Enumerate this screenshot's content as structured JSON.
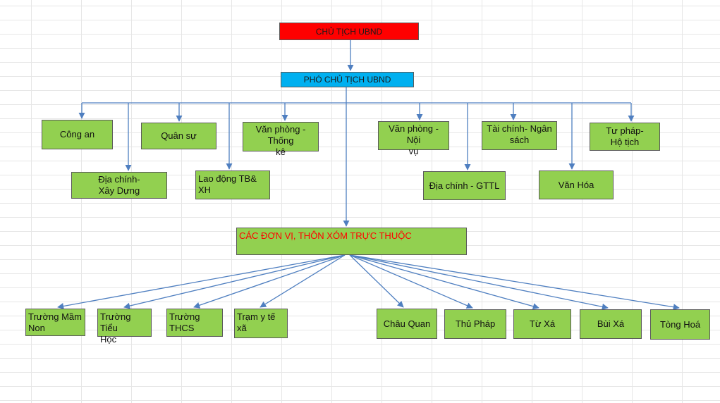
{
  "diagram": {
    "chairman": "CHỦ TỊCH UBND",
    "vice_chairman": "PHÓ CHỦ TỊCH UBND",
    "departments": [
      "Công an",
      "Địa chính-\nXây  Dựng",
      "Quân sự",
      "Lao động TB& XH",
      "Văn phòng - Thống\nkê",
      "Văn phòng - Nội\nvụ",
      "Địa chính - GTTL",
      "Tài chính- Ngân\nsách",
      "Văn Hóa",
      "Tư pháp-\nHộ tịch"
    ],
    "units_header": "CÁC ĐƠN VỊ, THÔN XÓM TRỰC THUỘC",
    "units": [
      "Trường Mầm\nNon",
      "Trường Tiểu\nHọc",
      "Trường THCS",
      "Trạm y tế xã",
      "Châu Quan",
      "Thủ Pháp",
      "Từ Xá",
      "Bùi Xá",
      "Tòng Hoá"
    ]
  },
  "colors": {
    "chairman_fill": "#ff0000",
    "vice_chairman_fill": "#00b0f0",
    "node_fill": "#92d050",
    "connector": "#4f7fc0",
    "units_text": "#ff0000"
  }
}
